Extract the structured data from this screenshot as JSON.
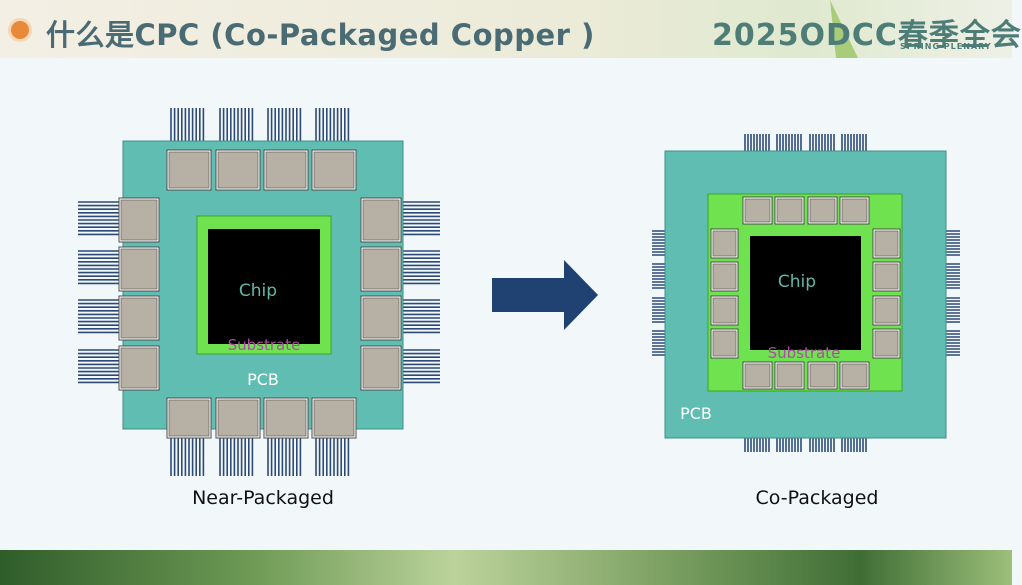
{
  "header": {
    "title": "什么是CPC (Co-Packaged Copper )",
    "brand": "2025ODCC春季全会",
    "brand_sub": "SPRING PLENARY"
  },
  "diagram": {
    "left": {
      "caption": "Near-Packaged",
      "chip_label": "Chip",
      "substrate_label": "Substrate",
      "pcb_label": "PCB"
    },
    "right": {
      "caption": "Co-Packaged",
      "chip_label": "Chip",
      "substrate_label": "Substrate",
      "pcb_label": "PCB"
    }
  },
  "colors": {
    "pcb": "#5fbdb1",
    "substrate": "#6ee24f",
    "chip": "#000000",
    "connector": "#b7b1a5",
    "cable": "#2d4a77",
    "arrow": "#1f4272",
    "chip_text": "#63b7a8",
    "substrate_text": "#b04aa6"
  }
}
